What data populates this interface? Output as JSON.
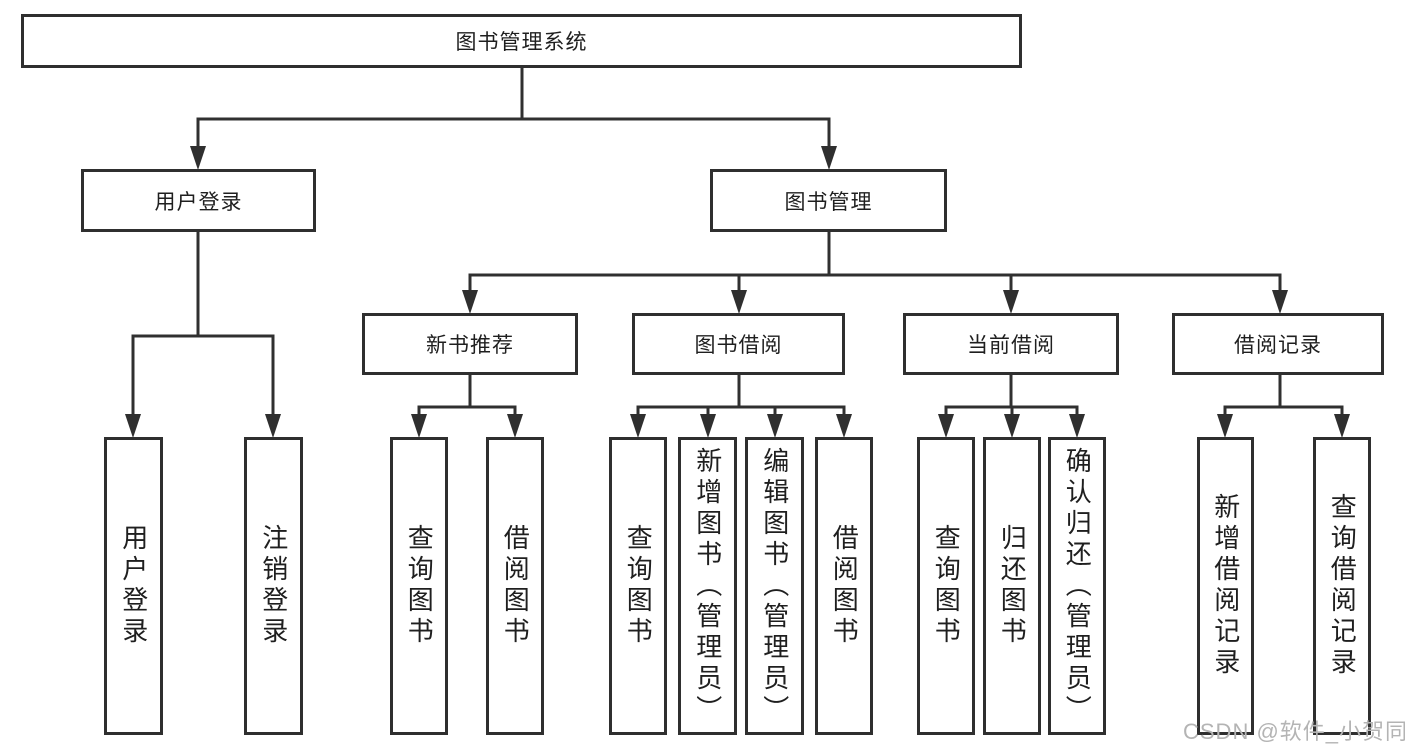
{
  "diagram": {
    "root": {
      "label": "图书管理系统"
    },
    "branches": [
      {
        "label": "用户登录",
        "children": [
          {
            "label": "用户登录"
          },
          {
            "label": "注销登录"
          }
        ]
      },
      {
        "label": "图书管理",
        "children": [
          {
            "label": "新书推荐",
            "children": [
              {
                "label": "查询图书"
              },
              {
                "label": "借阅图书"
              }
            ]
          },
          {
            "label": "图书借阅",
            "children": [
              {
                "label": "查询图书"
              },
              {
                "label": "新增图书（管理员）"
              },
              {
                "label": "编辑图书（管理员）"
              },
              {
                "label": "借阅图书"
              }
            ]
          },
          {
            "label": "当前借阅",
            "children": [
              {
                "label": "查询图书"
              },
              {
                "label": "归还图书"
              },
              {
                "label": "确认归还（管理员）"
              }
            ]
          },
          {
            "label": "借阅记录",
            "children": [
              {
                "label": "新增借阅记录"
              },
              {
                "label": "查询借阅记录"
              }
            ]
          }
        ]
      }
    ]
  },
  "watermark": {
    "text": "CSDN @软件_小贺同学"
  },
  "colors": {
    "line": "#303030",
    "text": "#1f1f1f",
    "watermark": "#b4b4b4",
    "background": "#ffffff"
  }
}
